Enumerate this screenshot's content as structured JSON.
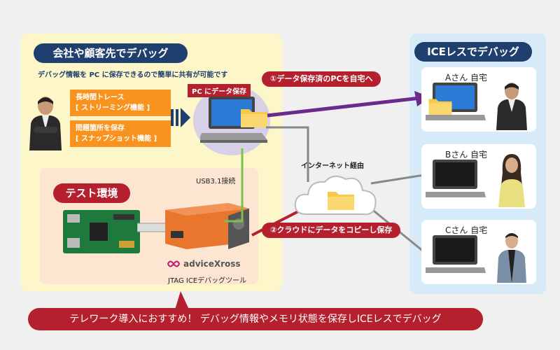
{
  "left_panel": {
    "title": "会社や顧客先でデバッグ",
    "subtitle": "デバッグ情報を PC に保存できるので簡単に共有が可能です",
    "feature1_line1": "長時間トレース",
    "feature1_line2": "[ ストリーミング機能 ]",
    "feature2_line1": "問題箇所を保存",
    "feature2_line2": "[ スナップショット機能 ]",
    "pc_badge": "PC にデータ保存"
  },
  "test_env": {
    "title": "テスト環境",
    "usb_label": "USB3.1接続",
    "brand": "adviceXross",
    "tool_label": "JTAG ICEデバッグツール"
  },
  "right_panel": {
    "title": "ICEレスでデバッグ",
    "users": [
      "Aさん 自宅",
      "Bさん 自宅",
      "Cさん 自宅"
    ]
  },
  "arrows": {
    "arrow1": "①データ保存済のPCを自宅へ",
    "arrow2": "②クラウドにデータをコピーし保存",
    "internet": "インターネット経由"
  },
  "bottom_banner": "テレワーク導入におすすめ！ デバッグ情報やメモリ状態を保存しICEレスでデバッグ",
  "colors": {
    "navy": "#1f3f6e",
    "orange": "#f7931e",
    "red": "#b4202e",
    "purple": "#6b2a8c"
  }
}
